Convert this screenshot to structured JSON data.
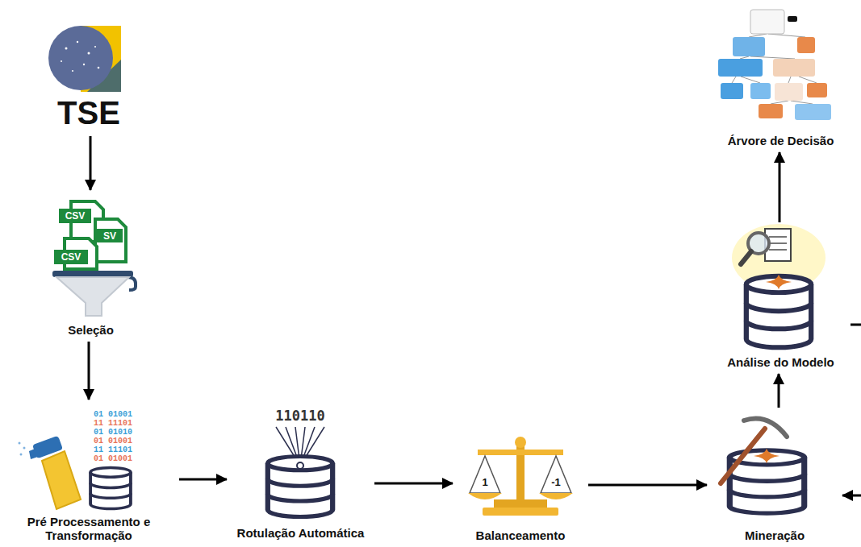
{
  "diagram": {
    "nodes": [
      {
        "text": [
          "TSE"
        ]
      },
      {
        "text": [
          "Seleção"
        ]
      },
      {
        "text": [
          "Pré Processamento e Transformação"
        ]
      },
      {
        "text": [
          "Rotulação Automática"
        ]
      },
      {
        "text": [
          "Balanceamento"
        ]
      },
      {
        "text": [
          "Mineração"
        ]
      },
      {
        "text": [
          "Análise do Modelo"
        ]
      },
      {
        "text": [
          "Árvore de Decisão"
        ]
      }
    ],
    "edges": [
      {
        "from": 0,
        "to": 1,
        "arrow": "to"
      },
      {
        "from": 1,
        "to": 2,
        "arrow": "to"
      },
      {
        "from": 2,
        "to": 3,
        "arrow": "to"
      },
      {
        "from": 3,
        "to": 4,
        "arrow": "to"
      },
      {
        "from": 4,
        "to": 5,
        "arrow": "to"
      },
      {
        "from": 5,
        "to": 6,
        "arrow": "to"
      },
      {
        "from": 6,
        "to": 7,
        "arrow": "to"
      },
      {
        "from": 6,
        "to": 5,
        "arrow": "to"
      }
    ],
    "labels": [
      "CSV",
      "SV",
      "CSV",
      "01 01001",
      "11 11101",
      "01 01010",
      "01 01001",
      "11 11101",
      "01 01001",
      "110110",
      "1",
      "-1"
    ]
  }
}
